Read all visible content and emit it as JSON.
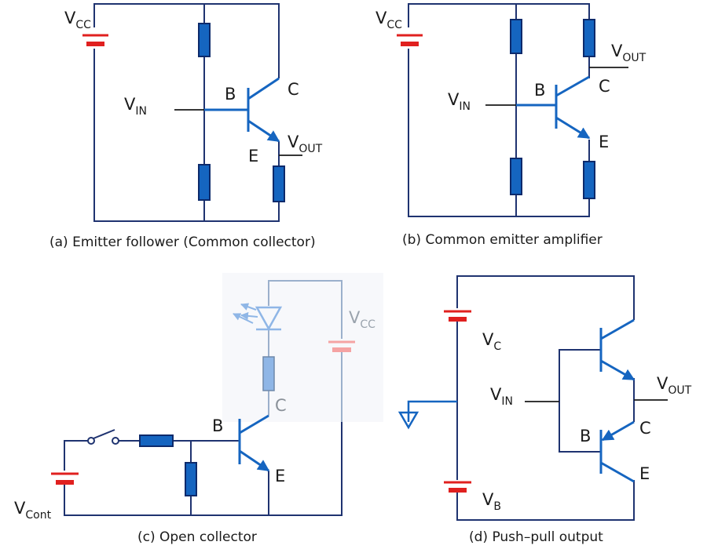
{
  "panels": {
    "a": {
      "caption": "(a) Emitter follower (Common collector)",
      "vcc": {
        "main": "V",
        "sub": "CC"
      },
      "vin": {
        "main": "V",
        "sub": "IN"
      },
      "vout": {
        "main": "V",
        "sub": "OUT"
      },
      "b": "B",
      "c": "C",
      "e": "E"
    },
    "b": {
      "caption": "(b) Common emitter amplifier",
      "vcc": {
        "main": "V",
        "sub": "CC"
      },
      "vin": {
        "main": "V",
        "sub": "IN"
      },
      "vout": {
        "main": "V",
        "sub": "OUT"
      },
      "b": "B",
      "c": "C",
      "e": "E"
    },
    "c": {
      "caption": "(c) Open collector",
      "vcc": {
        "main": "V",
        "sub": "CC"
      },
      "vcont": {
        "main": "V",
        "sub": "Cont"
      },
      "b": "B",
      "c": "C",
      "e": "E"
    },
    "d": {
      "caption": "(d) Push–pull output",
      "vc": {
        "main": "V",
        "sub": "C"
      },
      "vb": {
        "main": "V",
        "sub": "B"
      },
      "vin": {
        "main": "V",
        "sub": "IN"
      },
      "vout": {
        "main": "V",
        "sub": "OUT"
      },
      "b": "B",
      "c": "C",
      "e": "E"
    }
  },
  "colors": {
    "wire": "#1f3370",
    "component": "#1565c0",
    "battery_positive": "#e0201f",
    "faded_load": "#8fb6e6"
  }
}
